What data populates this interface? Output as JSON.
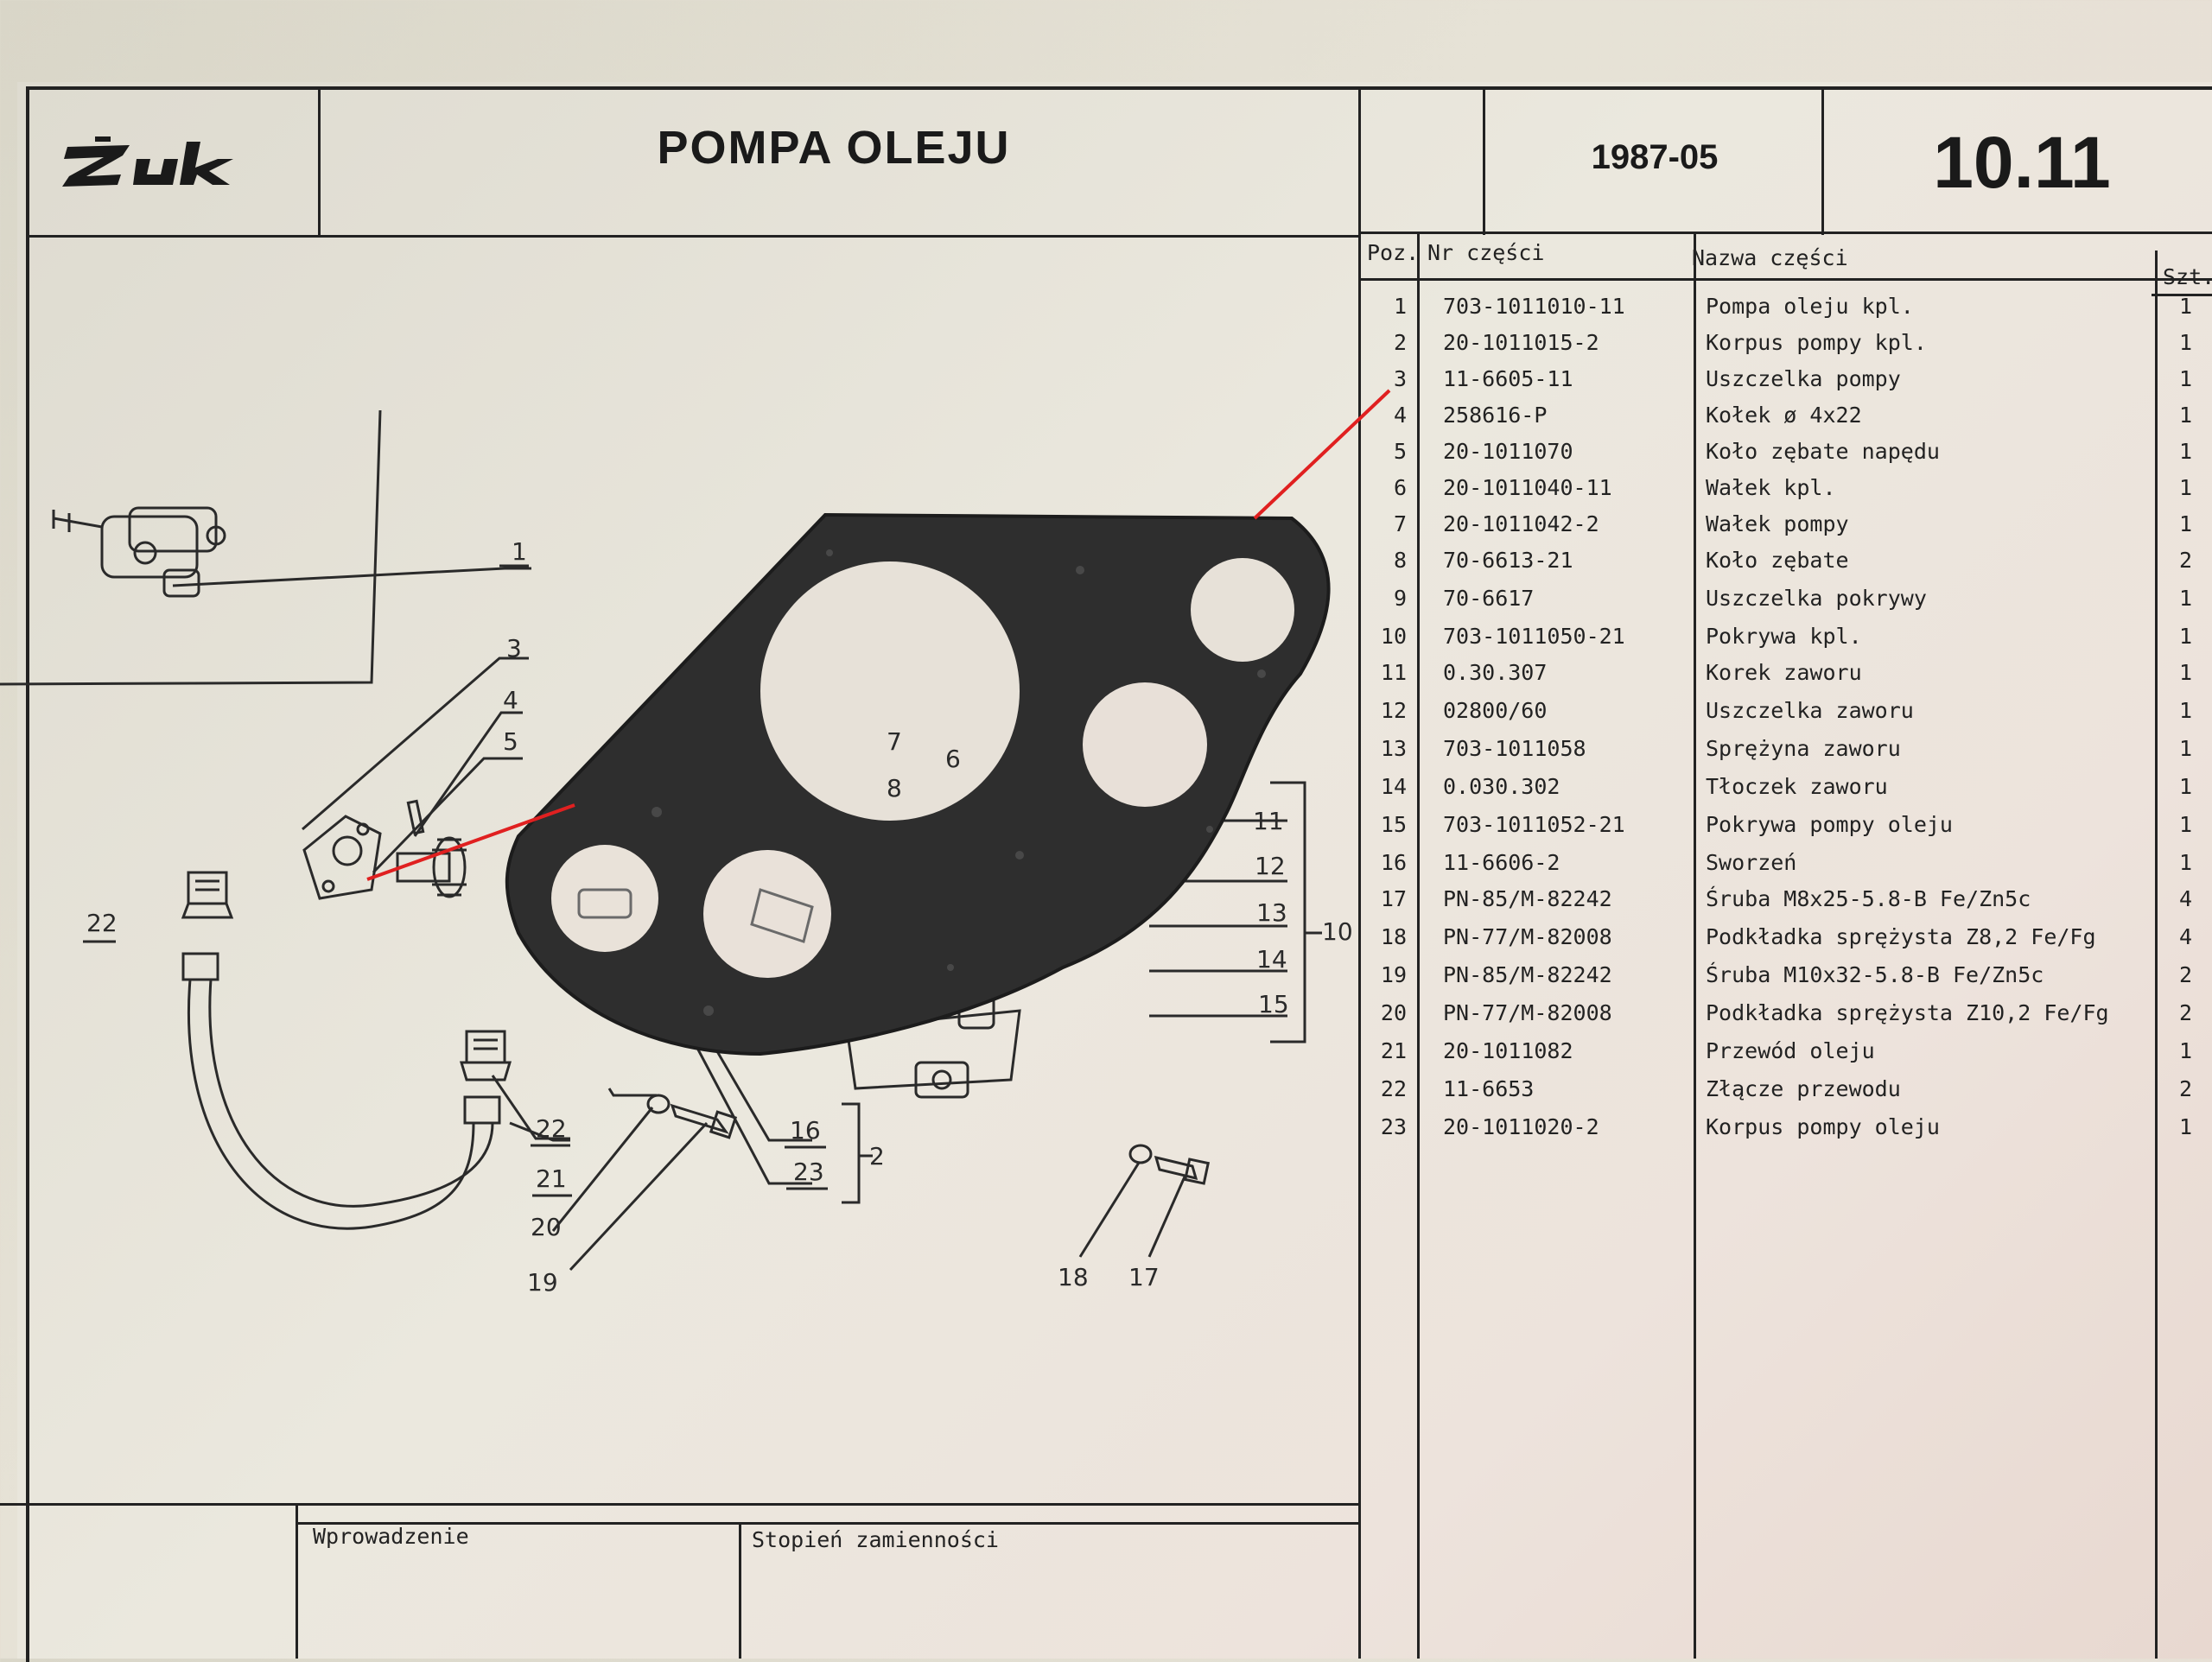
{
  "header": {
    "logo_text": "Żuk",
    "title": "POMPA OLEJU",
    "date": "1987-05",
    "page_number": "10.11"
  },
  "table": {
    "columns": [
      "Poz.",
      "Nr części",
      "Nazwa części",
      "Szt."
    ],
    "rows": [
      {
        "poz": "1",
        "nr": "703-1011010-11",
        "name": "Pompa oleju kpl.",
        "qty": "1"
      },
      {
        "poz": "2",
        "nr": "20-1011015-2",
        "name": "Korpus pompy kpl.",
        "qty": "1"
      },
      {
        "poz": "3",
        "nr": "11-6605-11",
        "name": "Uszczelka pompy",
        "qty": "1"
      },
      {
        "poz": "4",
        "nr": "258616-P",
        "name": "Kołek ø 4x22",
        "qty": "1"
      },
      {
        "poz": "5",
        "nr": "20-1011070",
        "name": "Koło zębate napędu",
        "qty": "1"
      },
      {
        "poz": "6",
        "nr": "20-1011040-11",
        "name": "Wałek kpl.",
        "qty": "1"
      },
      {
        "poz": "7",
        "nr": "20-1011042-2",
        "name": "Wałek pompy",
        "qty": "1"
      },
      {
        "poz": "8",
        "nr": "70-6613-21",
        "name": "Koło zębate",
        "qty": "2"
      },
      {
        "poz": "9",
        "nr": "70-6617",
        "name": "Uszczelka pokrywy",
        "qty": "1"
      },
      {
        "poz": "10",
        "nr": "703-1011050-21",
        "name": "Pokrywa kpl.",
        "qty": "1"
      },
      {
        "poz": "11",
        "nr": "0.30.307",
        "name": "Korek zaworu",
        "qty": "1"
      },
      {
        "poz": "12",
        "nr": "02800/60",
        "name": "Uszczelka zaworu",
        "qty": "1"
      },
      {
        "poz": "13",
        "nr": "703-1011058",
        "name": "Sprężyna zaworu",
        "qty": "1"
      },
      {
        "poz": "14",
        "nr": "0.030.302",
        "name": "Tłoczek zaworu",
        "qty": "1"
      },
      {
        "poz": "15",
        "nr": "703-1011052-21",
        "name": "Pokrywa pompy oleju",
        "qty": "1"
      },
      {
        "poz": "16",
        "nr": "11-6606-2",
        "name": "Sworzeń",
        "qty": "1"
      },
      {
        "poz": "17",
        "nr": "PN-85/M-82242",
        "name": "Śruba M8x25-5.8-B Fe/Zn5c",
        "qty": "4"
      },
      {
        "poz": "18",
        "nr": "PN-77/M-82008",
        "name": "Podkładka sprężysta Z8,2 Fe/Fg",
        "qty": "4"
      },
      {
        "poz": "19",
        "nr": "PN-85/M-82242",
        "name": "Śruba M10x32-5.8-B Fe/Zn5c",
        "qty": "2"
      },
      {
        "poz": "20",
        "nr": "PN-77/M-82008",
        "name": "Podkładka sprężysta Z10,2 Fe/Fg",
        "qty": "2"
      },
      {
        "poz": "21",
        "nr": "20-1011082",
        "name": "Przewód oleju",
        "qty": "1"
      },
      {
        "poz": "22",
        "nr": "11-6653",
        "name": "Złącze przewodu",
        "qty": "2"
      },
      {
        "poz": "23",
        "nr": "20-1011020-2",
        "name": "Korpus pompy oleju",
        "qty": "1"
      }
    ]
  },
  "footer": {
    "introduction_label": "Wprowadzenie",
    "interchangeability_label": "Stopień zamienności"
  },
  "callouts": [
    "1",
    "3",
    "4",
    "5",
    "7",
    "6",
    "8",
    "11",
    "12",
    "13",
    "10",
    "14",
    "15",
    "22",
    "22",
    "21",
    "20",
    "19",
    "16",
    "23",
    "2",
    "18",
    "17"
  ],
  "colors": {
    "paper": "#e6e2d6",
    "ink": "#222222",
    "gasket": "#2b2b2b",
    "annotation": "#e02020"
  }
}
